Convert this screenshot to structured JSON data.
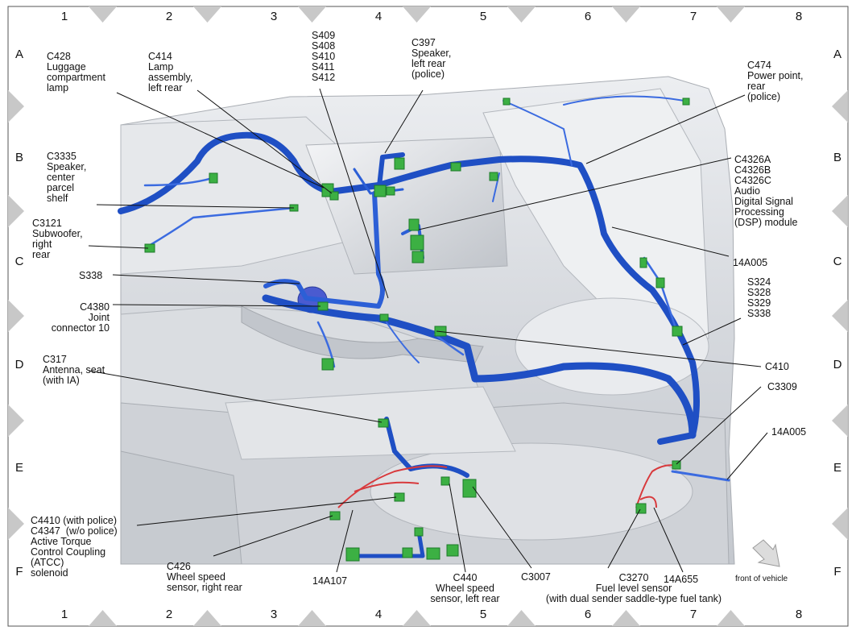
{
  "grid": {
    "columns": [
      "1",
      "2",
      "3",
      "4",
      "5",
      "6",
      "7",
      "8"
    ],
    "rows": [
      "A",
      "B",
      "C",
      "D",
      "E",
      "F"
    ]
  },
  "labels": {
    "c428": "C428\nLuggage\ncompartment\nlamp",
    "c414": "C414\nLamp\nassembly,\nleft rear",
    "s409_group": "S409\nS408\nS410\nS411\nS412",
    "c397": "C397\nSpeaker,\nleft rear\n(police)",
    "c474": "C474\nPower point,\nrear\n(police)",
    "c3335": "C3335\nSpeaker,\ncenter\nparcel\nshelf",
    "c4326": "C4326A\nC4326B\nC4326C\nAudio\nDigital Signal\nProcessing\n(DSP) module",
    "c3121": "C3121\nSubwoofer,\nright\nrear",
    "harness_14a005_upper": "14A005",
    "s338": "S338",
    "c4380": "C4380\nJoint\nconnector 10",
    "s324_group": "S324\nS328\nS329\nS338",
    "c317": "C317\nAntenna, seat\n(with IA)",
    "c410": "C410",
    "c3309": "C3309",
    "harness_14a005_lower": "14A005",
    "c4410": "C4410 (with police)\nC4347  (w/o police)\nActive Torque\nControl Coupling\n(ATCC)\nsolenoid",
    "c426": "C426\nWheel speed\nsensor, right rear",
    "harness_14a107": "14A107",
    "c440": "C440\nWheel speed\nsensor, left rear",
    "c3007": "C3007",
    "c3270": "C3270\nFuel level sensor\n(with dual sender saddle-type fuel tank)",
    "harness_14a655": "14A655",
    "front_of_vehicle": "front of vehicle"
  },
  "colors": {
    "harness": "#1f4fc4",
    "harness_dark": "#123a9a",
    "connector": "#3cb043",
    "red_wire": "#d8393c",
    "body": "#d8dade",
    "frame_border": "#555555",
    "grid_marker": "#c8c8c8"
  },
  "icons": {
    "front_arrow": "arrow-down-right-icon"
  }
}
